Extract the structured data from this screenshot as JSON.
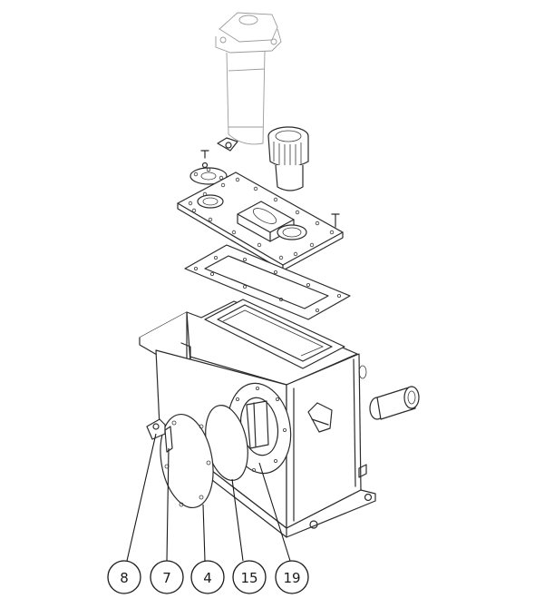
{
  "callouts": [
    {
      "label": "8"
    },
    {
      "label": "7"
    },
    {
      "label": "4"
    },
    {
      "label": "15"
    },
    {
      "label": "19"
    }
  ]
}
